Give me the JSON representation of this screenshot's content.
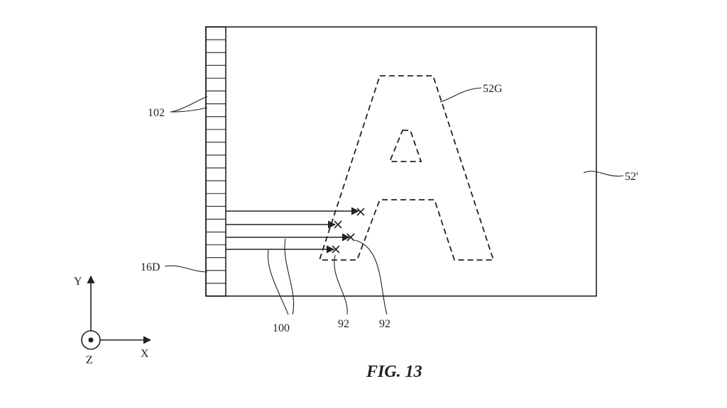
{
  "figure": {
    "caption": "FIG. 13",
    "labels": {
      "pixel_cells": "102",
      "glyph_outline": "52G",
      "display_region": "52'",
      "display_edge": "16D",
      "rays": "100",
      "point_a": "92",
      "point_b": "92"
    },
    "axes": {
      "y": "Y",
      "x": "X",
      "z": "Z"
    }
  }
}
